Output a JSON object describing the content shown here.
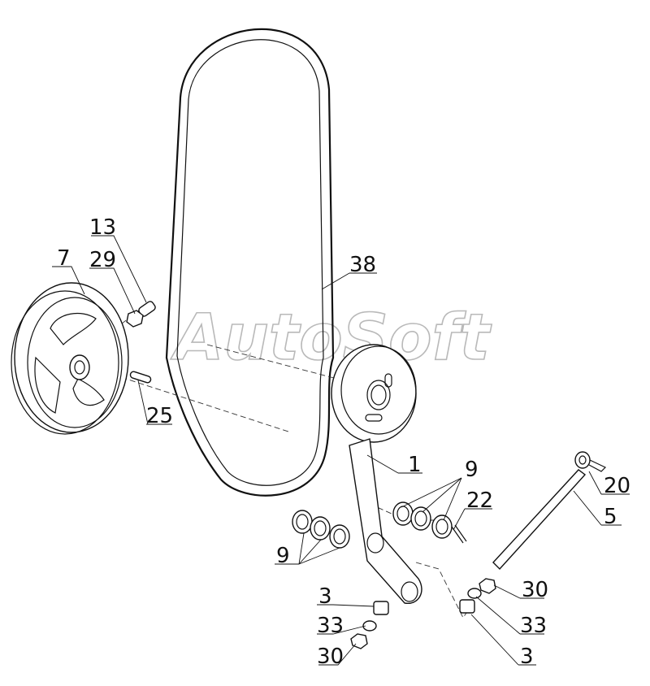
{
  "watermark": "AutoSoft",
  "callouts": {
    "c7": "7",
    "c13": "13",
    "c29": "29",
    "c25": "25",
    "c38": "38",
    "c1": "1",
    "c9a": "9",
    "c9b": "9",
    "c22": "22",
    "c20": "20",
    "c5": "5",
    "c3a": "3",
    "c33a": "33",
    "c30a": "30",
    "c30b": "30",
    "c33b": "33",
    "c3b": "3"
  }
}
